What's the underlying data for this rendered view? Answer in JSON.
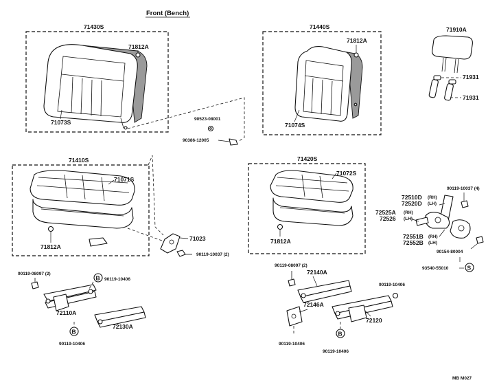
{
  "title": "Front (Bench)",
  "drawing_code": "MB  M027",
  "parts": {
    "seatback_left_assy": "71430S",
    "seatback_right_assy": "71440S",
    "headrest": "71910A",
    "headrest_support_1": "71931",
    "headrest_support_2": "71931",
    "clip_back_left": "71812A",
    "clip_back_right": "71812A",
    "cover_back_left": "71073S",
    "cover_back_right": "71074S",
    "nut_upper": "90523-08001",
    "bolt_upper": "90386-12005",
    "cushion_left_assy": "71410S",
    "cushion_right_assy": "71420S",
    "cover_cushion_left": "71071S",
    "cover_cushion_right": "71072S",
    "clip_cushion_left": "71812A",
    "clip_cushion_right": "71812A",
    "hinge": "71023",
    "bolt_hinge": "90119-10037 (2)",
    "bolt_recliner": "90119-10037 (4)",
    "recliner_rh_1": "72510D",
    "recliner_lh_1": "72520D",
    "recliner_rh_2": "72525A",
    "recliner_lh_2": "72526",
    "recliner_rh_3": "72551B",
    "recliner_lh_3": "72552B",
    "rh_tag": "(RH)",
    "lh_tag": "(LH)",
    "screw_recliner": "90154-80004",
    "snap_ring": "93540-55010",
    "adjuster_bolt_left_top": "90119-08097 (2)",
    "adjuster_left_a": "72110A",
    "adjuster_left_b": "72130A",
    "bolt_b_left_top": "90119-10406",
    "bolt_b_left_bottom": "90119-10406",
    "adjuster_bolt_right_top": "90119-08097 (2)",
    "adjuster_right_a": "72140A",
    "adjuster_right_b": "72146A",
    "adjuster_right_c": "72120",
    "bolt_right_b1": "90119-10406",
    "bolt_right_b2": "90119-10406",
    "bolt_right_b3": "90119-10406",
    "marker_b": "B",
    "marker_s": "S"
  }
}
